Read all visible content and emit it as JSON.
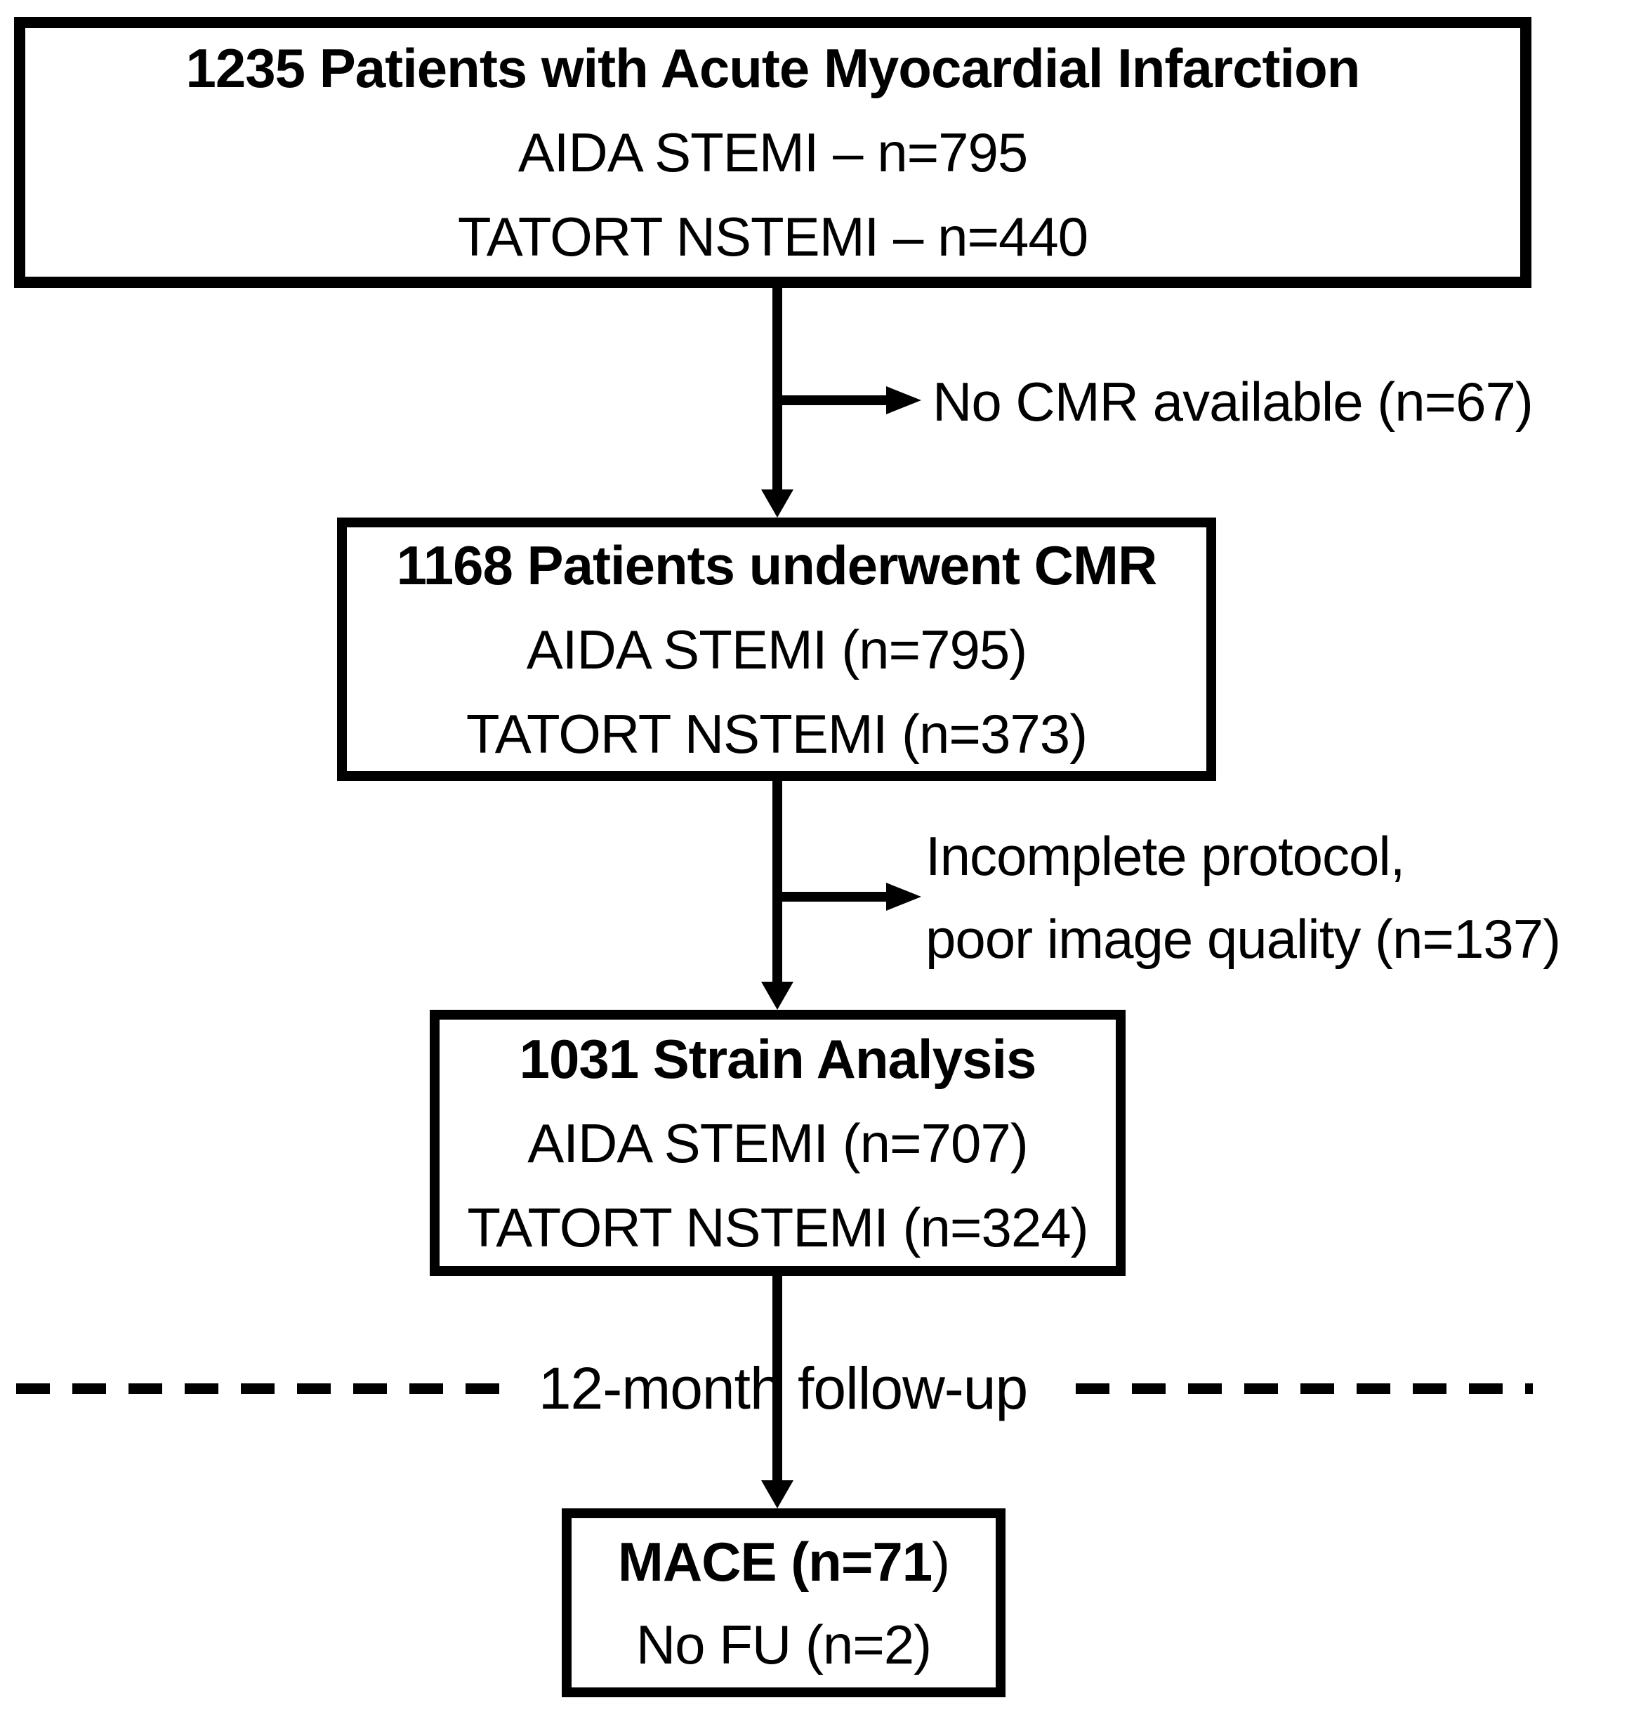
{
  "colors": {
    "stroke": "#000000",
    "background": "#ffffff",
    "text": "#000000"
  },
  "boxes": [
    {
      "title": "1235 Patients with Acute Myocardial Infarction",
      "lines": [
        "AIDA STEMI – n=795",
        "TATORT NSTEMI – n=440"
      ]
    },
    {
      "title": "1168 Patients underwent CMR",
      "lines": [
        "AIDA STEMI (n=795)",
        "TATORT NSTEMI (n=373)"
      ]
    },
    {
      "title": "1031 Strain Analysis",
      "lines": [
        "AIDA STEMI (n=707)",
        "TATORT NSTEMI (n=324)"
      ]
    },
    {
      "title_bold": "MACE (n=71",
      "title_regular": ")",
      "lines": [
        "No FU (n=2)"
      ]
    }
  ],
  "exclusions": [
    {
      "lines": [
        "No CMR available (n=67)"
      ]
    },
    {
      "lines": [
        "Incomplete protocol,",
        "poor image quality (n=137)"
      ]
    }
  ],
  "divider": {
    "label": "12-month follow-up"
  }
}
